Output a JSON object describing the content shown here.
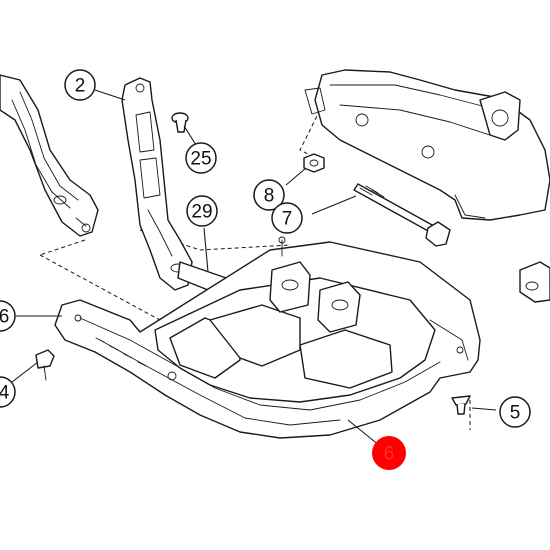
{
  "callouts": {
    "c2": "2",
    "c25": "25",
    "c8": "8",
    "c29": "29",
    "c7": "7",
    "c5": "5",
    "c6": "6",
    "c_left_top": "6",
    "c_left_bottom": "4"
  },
  "highlight": {
    "label": "6",
    "color": "#ff0000"
  },
  "colors": {
    "line": "#1a1a1a",
    "background": "#ffffff"
  }
}
